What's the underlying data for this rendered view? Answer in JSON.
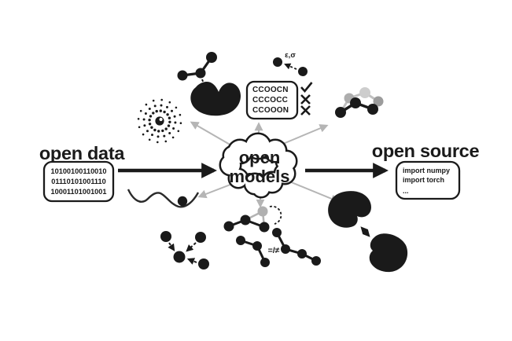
{
  "title_left": "open data",
  "title_right": "open source",
  "cloud": {
    "line1": "open",
    "line2": "models"
  },
  "data_box": {
    "lines": [
      "10100100110010",
      "01110101001110",
      "10001101001001"
    ]
  },
  "code_box": {
    "lines": [
      "import numpy",
      "import torch",
      "..."
    ]
  },
  "smiles_box": {
    "lines": [
      "CCOOCN",
      "CCCOCC",
      "CCOOON"
    ],
    "marks": [
      "check",
      "cross",
      "cross"
    ]
  },
  "labels": {
    "lj_params": "ε,σ",
    "equality": "=/≠"
  },
  "colors": {
    "ink": "#1a1a1a",
    "arrow_gray": "#b5b5b5",
    "atom_gray": "#b0b0b0",
    "background": "#ffffff"
  }
}
